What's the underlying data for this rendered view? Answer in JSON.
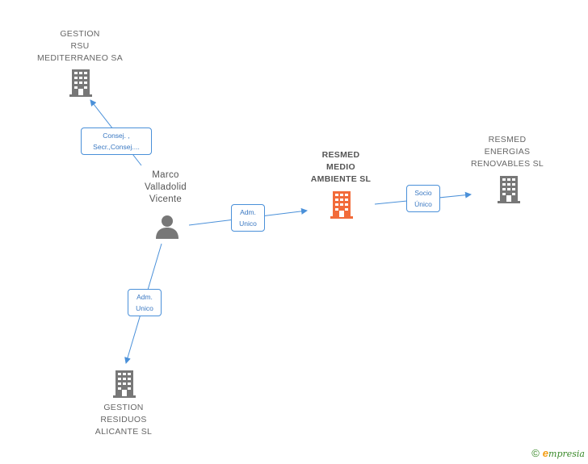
{
  "nodes": {
    "gestion_rsu": {
      "lines": [
        "GESTION",
        "RSU",
        "MEDITERRANEO SA"
      ]
    },
    "resmed_medio": {
      "lines": [
        "RESMED",
        "MEDIO",
        "AMBIENTE SL"
      ]
    },
    "resmed_energias": {
      "lines": [
        "RESMED",
        "ENERGIAS",
        "RENOVABLES SL"
      ]
    },
    "gestion_residuos": {
      "lines": [
        "GESTION",
        "RESIDUOS",
        "ALICANTE SL"
      ]
    },
    "person": {
      "lines": [
        "Marco",
        "Valladolid",
        "Vicente"
      ]
    }
  },
  "edges": {
    "to_gestion_rsu": {
      "lines": [
        "Consej. ,",
        "Secr.,Consej...."
      ]
    },
    "to_resmed_medio": {
      "lines": [
        "Adm.",
        "Unico"
      ]
    },
    "to_resmed_energias": {
      "lines": [
        "Socio",
        "Único"
      ]
    },
    "to_gestion_residuos": {
      "lines": [
        "Adm.",
        "Unico"
      ]
    }
  },
  "colors": {
    "highlight": "#f26b3a",
    "building": "#777777",
    "edge": "#4a90d9"
  },
  "footer": {
    "copyright": "©",
    "brand_first": "e",
    "brand_rest": "mpresia"
  }
}
